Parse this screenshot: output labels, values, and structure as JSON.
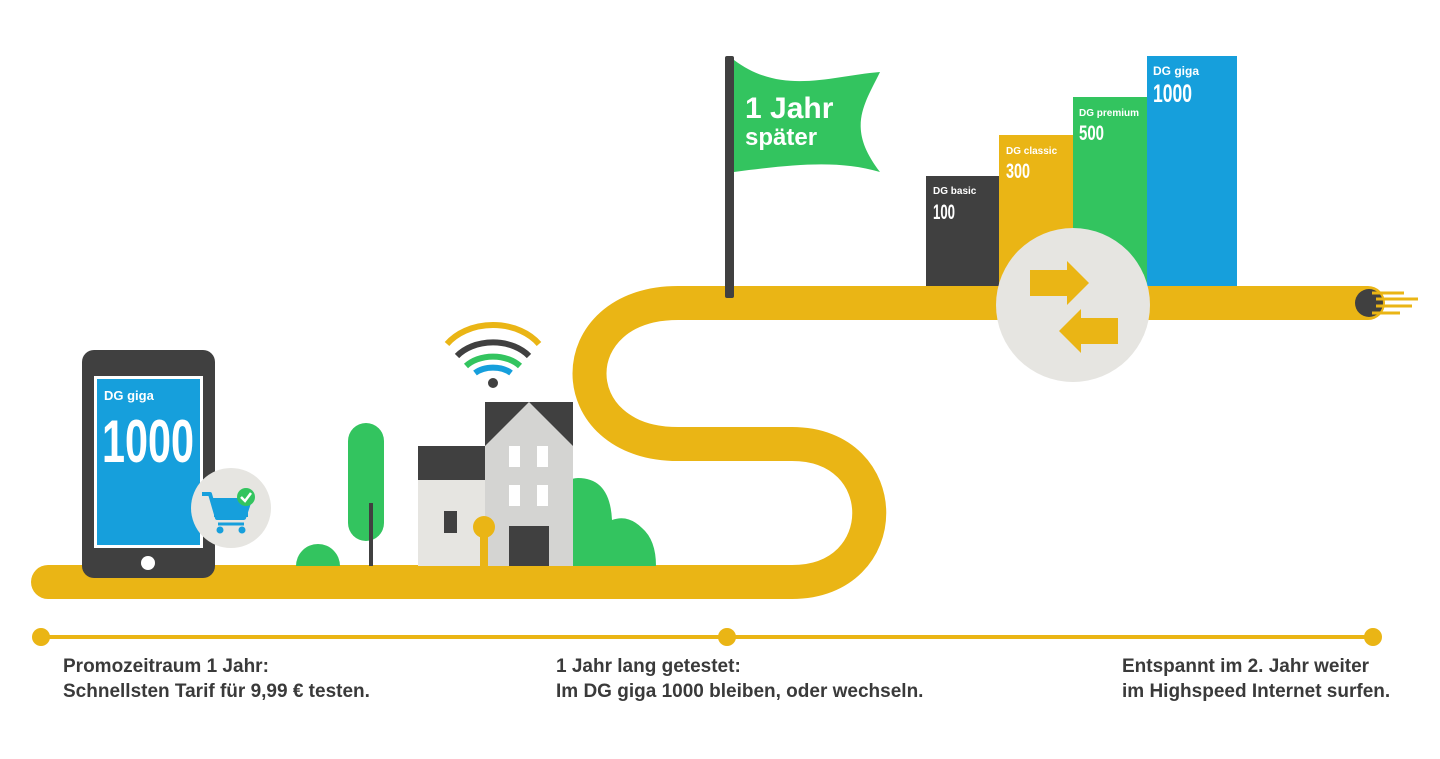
{
  "colors": {
    "road": "#eab515",
    "green": "#33c45f",
    "blue": "#169fdc",
    "dark": "#404040",
    "light_grey": "#e6e5e1",
    "house_grey": "#d4d4d2",
    "text": "#3a3a3a"
  },
  "phone": {
    "plan_name": "DG giga",
    "plan_speed": "1000",
    "cart_icon": "shopping-cart-check-icon"
  },
  "flag": {
    "line1": "1 Jahr",
    "line2": "später"
  },
  "bars": {
    "type": "bar",
    "categories": [
      "DG basic",
      "DG classic",
      "DG premium",
      "DG giga"
    ],
    "values": [
      100,
      300,
      500,
      1000
    ],
    "labels": [
      "100",
      "300",
      "500",
      "1000"
    ],
    "colors": [
      "#404040",
      "#eab515",
      "#33c45f",
      "#169fdc"
    ]
  },
  "switch_icon": "swap-arrows-icon",
  "wifi_icon": "wifi-icon",
  "timeline": {
    "steps": [
      {
        "line1": "Promozeitraum 1 Jahr:",
        "line2": "Schnellsten Tarif für 9,99 € testen."
      },
      {
        "line1": "1 Jahr lang getestet:",
        "line2": "Im DG giga 1000 bleiben, oder wechseln."
      },
      {
        "line1": "Entspannt im 2. Jahr weiter",
        "line2": "im Highspeed Internet surfen."
      }
    ]
  }
}
